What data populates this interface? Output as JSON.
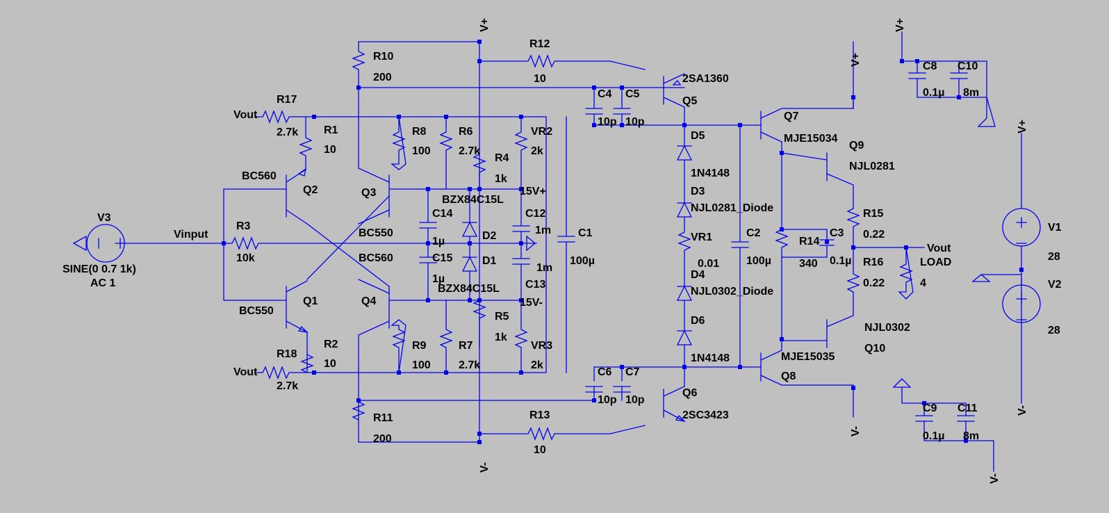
{
  "labels": {
    "V3": "V3",
    "SINE": "SINE(0 0.7 1k)",
    "AC1": "AC 1",
    "Vinput": "Vinput",
    "R3": "R3",
    "R3v": "10k",
    "R17": "R17",
    "R17v": "2.7k",
    "Vout1": "Vout",
    "R18": "R18",
    "R18v": "2.7k",
    "Vout2": "Vout",
    "R1": "R1",
    "R1v": "10",
    "R2": "R2",
    "R2v": "10",
    "BC560a": "BC560",
    "Q2": "Q2",
    "BC550a": "BC550",
    "Q1": "Q1",
    "Q3": "Q3",
    "BC550b": "BC550",
    "BC560b": "BC560",
    "Q4": "Q4",
    "R10": "R10",
    "R10v": "200",
    "R11": "R11",
    "R11v": "200",
    "R8": "R8",
    "R8v": "100",
    "R9": "R9",
    "R9v": "100",
    "R6": "R6",
    "R6v": "2.7k",
    "R7": "R7",
    "R7v": "2.7k",
    "R4": "R4",
    "R4v": "1k",
    "R5": "R5",
    "R5v": "1k",
    "VR2": "VR2",
    "VR2v": "2k",
    "VR3": "VR3",
    "VR3v": "2k",
    "15Vp": "15V+",
    "15Vm": "15V-",
    "BZXa": "BZX84C15L",
    "BZXb": "BZX84C15L",
    "C14": "C14",
    "C14v": "1µ",
    "C15": "C15",
    "C15v": "1µ",
    "D2": "D2",
    "D1": "D1",
    "C12": "C12",
    "C12v": "1m",
    "C13": "C13",
    "C13v": "1m",
    "C1": "C1",
    "C1v": "100µ",
    "Vplus1": "V+",
    "Vminus1": "V-",
    "R12": "R12",
    "R12v": "10",
    "R13": "R13",
    "R13v": "10",
    "C4": "C4",
    "C4v": "10p",
    "C5": "C5",
    "C5v": "10p",
    "C6": "C6",
    "C6v": "10p",
    "C7": "C7",
    "C7v": "10p",
    "Q5a": "2SA1360",
    "Q5": "Q5",
    "Q6": "Q6",
    "Q6a": "2SC3423",
    "D5": "D5",
    "D5v": "1N4148",
    "D3": "D3",
    "D3v": "NJL0281_Diode",
    "VR1": "VR1",
    "VR1v": "0.01",
    "D4": "D4",
    "D4v": "NJL0302_Diode",
    "D6": "D6",
    "D6v": "1N4148",
    "C2": "C2",
    "C2v": "100µ",
    "Q7": "Q7",
    "Q7a": "MJE15034",
    "Q8": "Q8",
    "Q8a": "MJE15035",
    "Q9": "Q9",
    "Q9a": "NJL0281",
    "Q10": "Q10",
    "Q10a": "NJL0302",
    "R14": "R14",
    "R14v": "340",
    "C3": "C3",
    "C3v": "0.1µ",
    "R15": "R15",
    "R15v": "0.22",
    "R16": "R16",
    "R16v": "0.22",
    "Vout3": "Vout",
    "LOAD": "LOAD",
    "LOADv": "4",
    "Vplus2": "V+",
    "Vminus2": "V-",
    "Vplus3": "V+",
    "C8": "C8",
    "C8v": "0.1µ",
    "C10": "C10",
    "C10v": "8m",
    "Vminus3": "V-",
    "C9": "C9",
    "C9v": "0.1µ",
    "C11": "C11",
    "C11v": "8m",
    "Vplus4": "V+",
    "Vminus4": "V-",
    "V1": "V1",
    "V1v": "28",
    "V2": "V2",
    "V2v": "28"
  },
  "colors": {
    "background": "#c0c0c0",
    "wire": "#0000ee",
    "text": "#000000"
  }
}
